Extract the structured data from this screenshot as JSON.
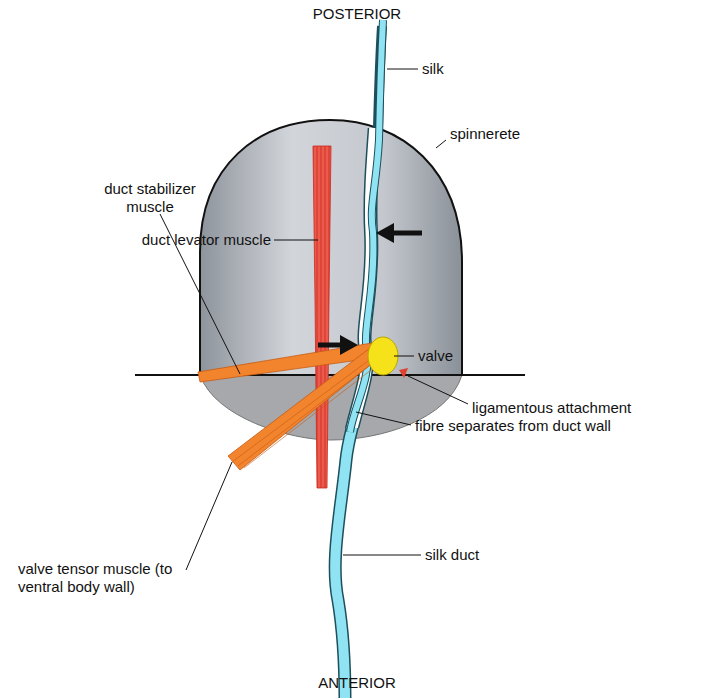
{
  "diagram": {
    "labels": [
      "POSTERIOR",
      "silk",
      "spinnerete",
      "duct levator muscle",
      "duct stabilizer muscle",
      "valve",
      "valve tensor muscle (to ventral body wall)",
      "ligamentous attachment",
      "fibre separates from duct wall",
      "silk duct",
      "ANTERIOR"
    ]
  }
}
